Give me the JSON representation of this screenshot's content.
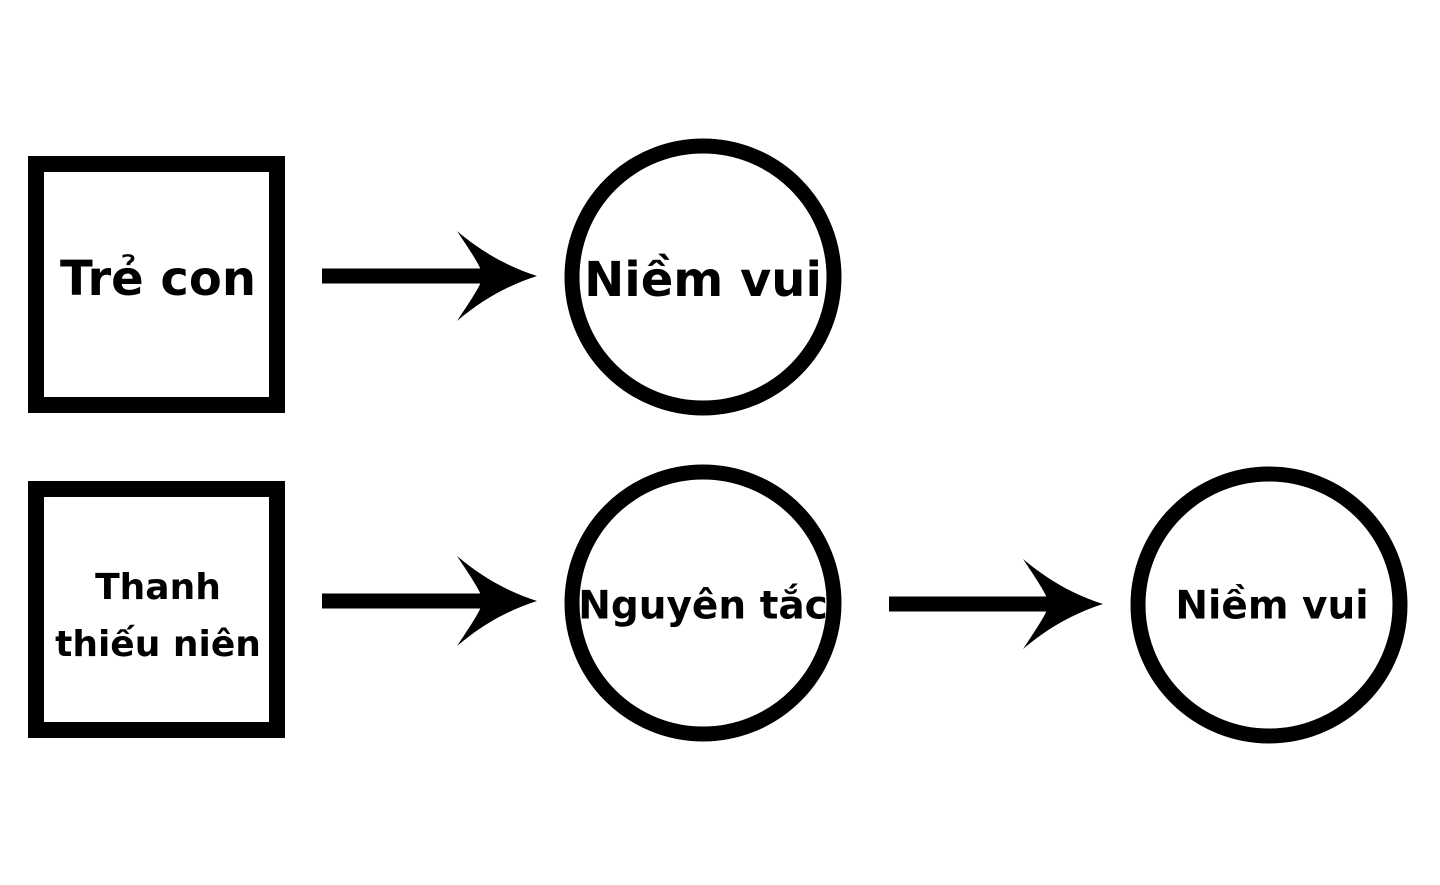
{
  "diagram": {
    "rows": [
      {
        "source": {
          "label": "Trẻ con"
        },
        "target": {
          "label": "Niềm vui"
        }
      },
      {
        "source": {
          "label_line_1": "Thanh",
          "label_line_2": "thiếu niên"
        },
        "middle": {
          "label": "Nguyên tắc"
        },
        "target": {
          "label": "Niềm vui"
        }
      }
    ]
  },
  "colors": {
    "stroke": "#000000",
    "background": "#ffffff"
  }
}
